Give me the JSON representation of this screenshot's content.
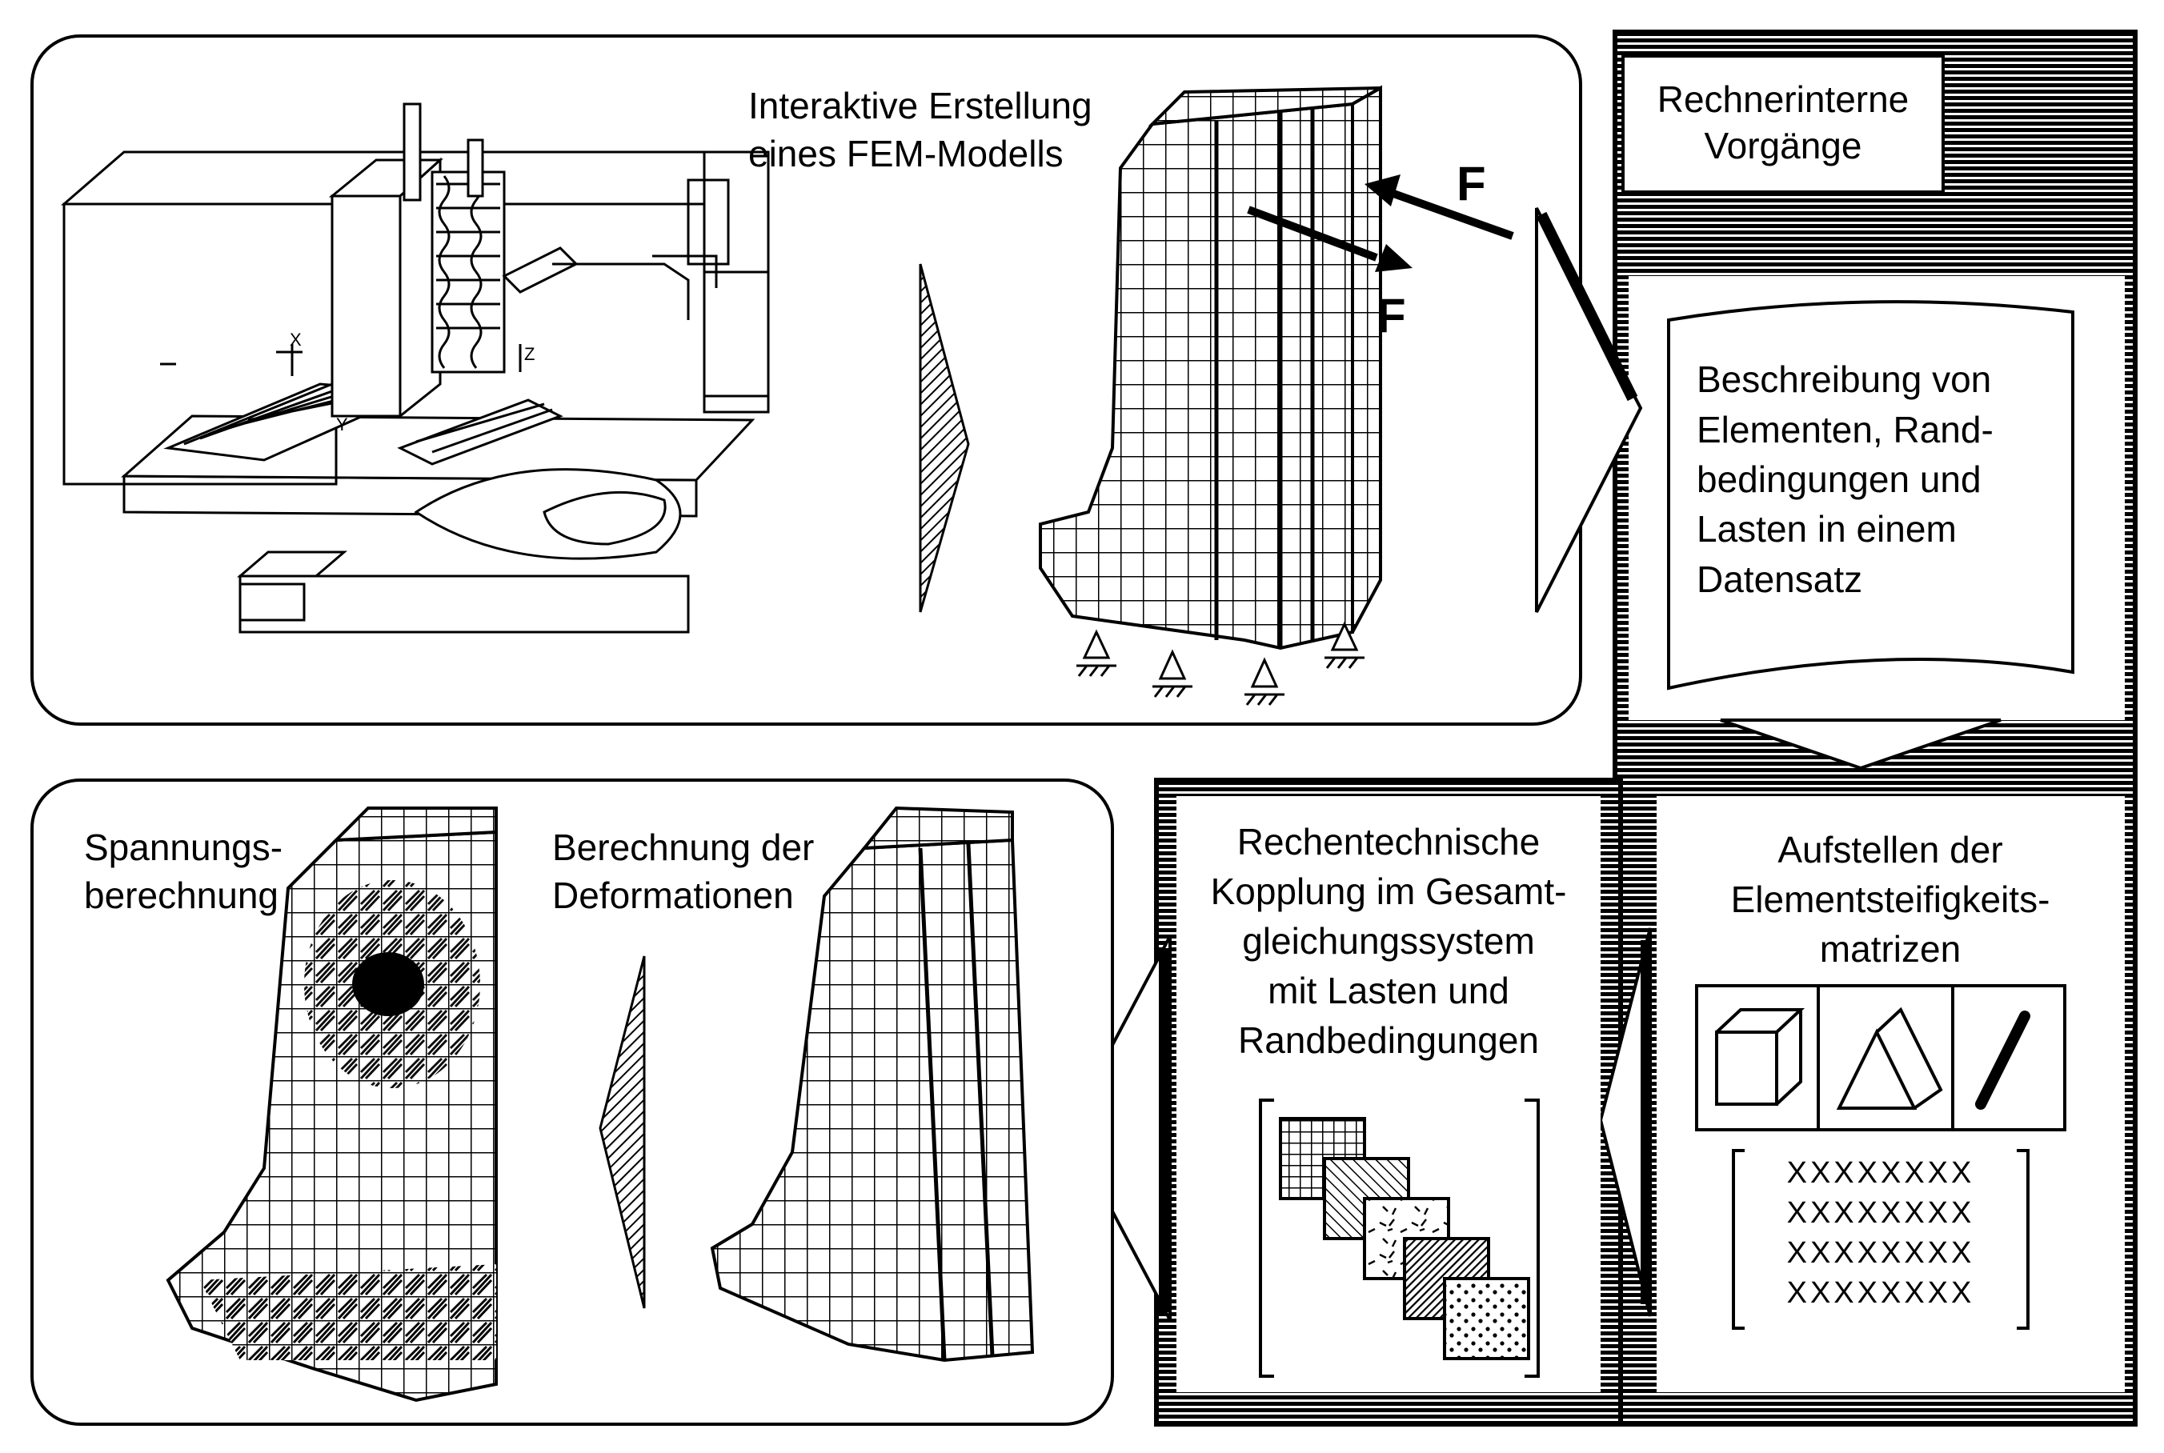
{
  "top_panel": {
    "label_line1": "Interaktive Erstellung",
    "label_line2": "eines FEM-Modells",
    "force_label_1": "F",
    "force_label_2": "F",
    "axis_x": "X",
    "axis_y": "Y",
    "axis_z": "Z"
  },
  "right_column": {
    "title_line1": "Rechnerinterne",
    "title_line2": "Vorgänge",
    "doc_lines": [
      "Beschreibung von",
      "Elementen, Rand-",
      "bedingungen und",
      "Lasten in einem",
      "Datensatz"
    ]
  },
  "stiffness_box": {
    "lines": [
      "Aufstellen der",
      "Elementsteifigkeits-",
      "matrizen"
    ],
    "matrix_rows": [
      "XXXXXXXX",
      "XXXXXXXX",
      "XXXXXXXX",
      "XXXXXXXX"
    ],
    "element_types": [
      "hexahedron-icon",
      "prism-icon",
      "beam-icon"
    ]
  },
  "coupling_box": {
    "lines": [
      "Rechentechnische",
      "Kopplung im Gesamt-",
      "gleichungssystem",
      "mit Lasten und",
      "Randbedingungen"
    ]
  },
  "bottom_panel": {
    "deform_line1": "Berechnung der",
    "deform_line2": "Deformationen",
    "stress_line1": "Spannungs-",
    "stress_line2": "berechnung"
  }
}
